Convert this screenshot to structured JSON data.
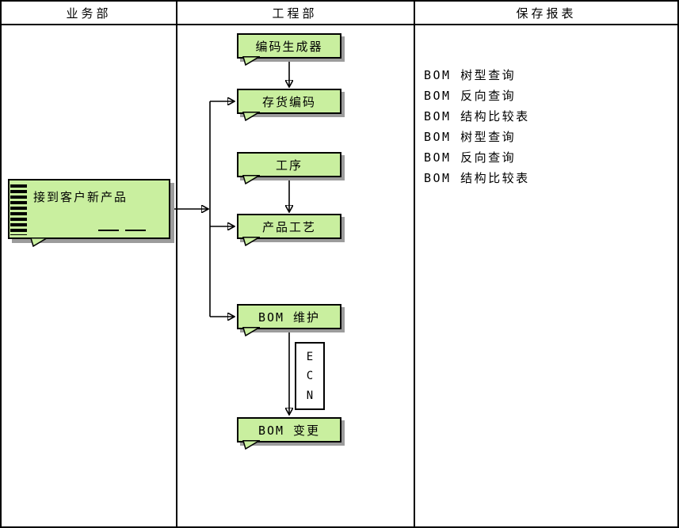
{
  "lanes": [
    {
      "id": "business",
      "label": "业务部"
    },
    {
      "id": "engineering",
      "label": "工程部"
    },
    {
      "id": "reports",
      "label": "保存报表"
    }
  ],
  "business": {
    "document": {
      "label": "接到客户新产品"
    }
  },
  "engineering": {
    "nodes": [
      {
        "id": "code-generator",
        "label": "编码生成器"
      },
      {
        "id": "inventory-code",
        "label": "存货编码"
      },
      {
        "id": "process",
        "label": "工序"
      },
      {
        "id": "product-craft",
        "label": "产品工艺"
      },
      {
        "id": "bom-maintenance",
        "label": "BOM 维护"
      },
      {
        "id": "bom-change",
        "label": "BOM 变更"
      }
    ],
    "ecn_letters": [
      "E",
      "C",
      "N"
    ]
  },
  "reports": {
    "items": [
      "BOM 树型查询",
      "BOM 反向查询",
      "BOM 结构比较表",
      "BOM 树型查询",
      "BOM 反向查询",
      "BOM 结构比较表"
    ]
  },
  "colors": {
    "node_fill": "#c9ef9f",
    "shadow": "#9c9c9c",
    "line": "#000000",
    "background": "#ffffff"
  }
}
